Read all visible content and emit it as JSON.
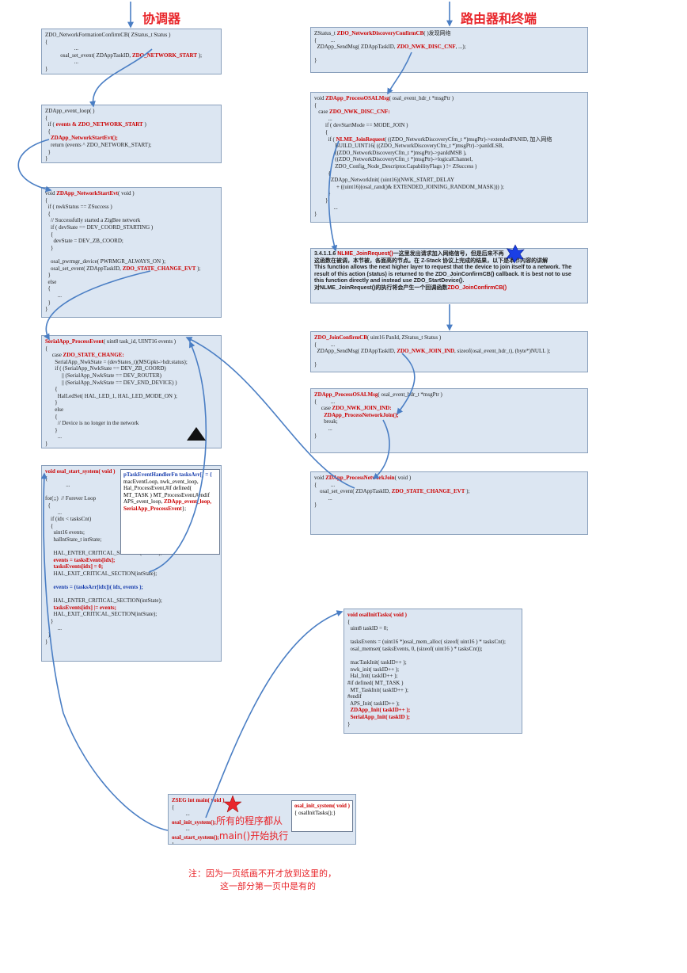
{
  "titles": {
    "coordinator": "协调器",
    "router": "路由器和终端"
  },
  "boxes": {
    "formation_cb": {
      "lines": [
        {
          "t": "ZDO_NetworkFormationConfirmCB( ZStatus_t Status )"
        },
        {
          "t": "{"
        },
        {
          "t": "                     ..."
        },
        {
          "t": "           osal_set_event( ZDAppTaskID, ",
          "r": "ZDO_NETWORK_START",
          "s": " );"
        },
        {
          "t": "                     ..."
        },
        {
          "t": "}"
        }
      ]
    },
    "event_loop": {
      "lines": [
        {
          "t": "ZDApp_event_loop( )"
        },
        {
          "t": "{"
        },
        {
          "t": "  if ( ",
          "r": "events & ZDO_NETWORK_START",
          "s": " )"
        },
        {
          "t": "  {"
        },
        {
          "r": "    ZDApp_NetworkStartEvt();"
        },
        {
          "t": "    return (events ^ ZDO_NETWORK_START);"
        },
        {
          "t": "  }"
        },
        {
          "t": "}"
        }
      ]
    },
    "network_start_evt": {
      "lines": [
        {
          "t": "void ",
          "r": "ZDApp_NetworkStartEvt",
          "s": "( void )"
        },
        {
          "t": "{"
        },
        {
          "t": "  if ( nwkStatus == ZSuccess )"
        },
        {
          "t": "  {"
        },
        {
          "t": "    // Successfully started a ZigBee network"
        },
        {
          "t": "    if ( devState == DEV_COORD_STARTING )"
        },
        {
          "t": "    {"
        },
        {
          "t": "      devState = DEV_ZB_COORD;"
        },
        {
          "t": "    }"
        },
        {
          "t": ""
        },
        {
          "t": "    osal_pwrmgr_device( PWRMGR_ALWAYS_ON );"
        },
        {
          "t": "    osal_set_event( ZDAppTaskID, ",
          "r": "ZDO_STATE_CHANGE_EVT",
          "s": " );"
        },
        {
          "t": "  }"
        },
        {
          "t": "  else"
        },
        {
          "t": "  {"
        },
        {
          "t": "         ..."
        },
        {
          "t": "  }"
        },
        {
          "t": "}"
        }
      ]
    },
    "serial_process_event": {
      "lines": [
        {
          "r": "SerialApp_ProcessEvent",
          "s": "( uint8 task_id, UINT16 events )"
        },
        {
          "t": "{"
        },
        {
          "t": "     case ",
          "r": "ZDO_STATE_CHANGE:"
        },
        {
          "t": "       SerialApp_NwkState = (devStates_t)(MSGpkt->hdr.status);"
        },
        {
          "t": "       if ( (SerialApp_NwkState == DEV_ZB_COORD)"
        },
        {
          "t": "            || (SerialApp_NwkState == DEV_ROUTER)"
        },
        {
          "t": "            || (SerialApp_NwkState == DEV_END_DEVICE) )"
        },
        {
          "t": "       {"
        },
        {
          "t": "         HalLedSet( HAL_LED_1, HAL_LED_MODE_ON );"
        },
        {
          "t": "       }"
        },
        {
          "t": "       else"
        },
        {
          "t": "       {"
        },
        {
          "t": "         // Device is no longer in the network"
        },
        {
          "t": "       }"
        },
        {
          "t": "         ..."
        },
        {
          "t": "}"
        }
      ]
    },
    "osal_start_system": {
      "lines": [
        {
          "r": "void osal_start_system( void )"
        },
        {
          "t": "{"
        },
        {
          "t": "               ..."
        },
        {
          "t": ""
        },
        {
          "t": "for(;;)  // Forever Loop"
        },
        {
          "t": "  {"
        },
        {
          "t": "         ..."
        },
        {
          "t": "    if (idx < tasksCnt)"
        },
        {
          "t": "    {"
        },
        {
          "t": "      uint16 events;"
        },
        {
          "t": "      halIntState_t intState;"
        },
        {
          "t": ""
        },
        {
          "t": "      HAL_ENTER_CRITICAL_SECTION(intState);"
        },
        {
          "r": "      events = tasksEvents[idx];"
        },
        {
          "r": "      tasksEvents[idx] = 0;"
        },
        {
          "t": "      HAL_EXIT_CRITICAL_SECTION(intState);"
        },
        {
          "t": ""
        },
        {
          "b": "      events = (tasksArr[idx])( idx, events );"
        },
        {
          "t": ""
        },
        {
          "t": "      HAL_ENTER_CRITICAL_SECTION(intState);"
        },
        {
          "r": "      tasksEvents[idx] |= events;"
        },
        {
          "t": "      HAL_EXIT_CRITICAL_SECTION(intState);"
        },
        {
          "t": "    }"
        },
        {
          "t": "         ..."
        },
        {
          "t": "  }"
        },
        {
          "t": "}"
        }
      ]
    },
    "tasks_arr": {
      "lines": [
        {
          "b": "pTaskEventHandlerFn tasksArr[] = {"
        },
        {
          "t": "  macEventLoop,"
        },
        {
          "t": "  nwk_event_loop,"
        },
        {
          "t": "  Hal_ProcessEvent,"
        },
        {
          "t": "#if defined( MT_TASK )"
        },
        {
          "t": "  MT_ProcessEvent,"
        },
        {
          "t": "#endif"
        },
        {
          "t": "  APS_event_loop,"
        },
        {
          "r": "  ZDApp_event_loop,"
        },
        {
          "r": "  SerialApp_ProcessEvent"
        },
        {
          "t": "};"
        }
      ]
    },
    "discovery_cb": {
      "lines": [
        {
          "t": "ZStatus_t ",
          "r": "ZDO_NetworkDiscoveryConfirmCB",
          "s": "( )发现网络"
        },
        {
          "t": "{          ..."
        },
        {
          "t": "  ZDApp_SendMsg( ZDAppTaskID, ",
          "r": "ZDO_NWK_DISC_CNF",
          "s": ", ...);"
        },
        {
          "t": ""
        },
        {
          "t": "}"
        }
      ]
    },
    "process_osal_msg1": {
      "lines": [
        {
          "t": "void ",
          "r": "ZDApp_ProcessOSALMsg",
          "s": "( osal_event_hdr_t *msgPtr )"
        },
        {
          "t": "{"
        },
        {
          "t": "   case ",
          "r": "ZDO_NWK_DISC_CNF:"
        },
        {
          "t": "          ..."
        },
        {
          "t": "        if ( devStartMode == MODE_JOIN )"
        },
        {
          "t": "        {"
        },
        {
          "t": "          if ( ",
          "r": "NLME_JoinRequest",
          "s": "( ((ZDO_NetworkDiscoveryCfm_t *)msgPtr)->extendedPANID, 加入网络"
        },
        {
          "t": "               BUILD_UINT16( ((ZDO_NetworkDiscoveryCfm_t *)msgPtr)->panIdLSB,"
        },
        {
          "t": "               ((ZDO_NetworkDiscoveryCfm_t *)msgPtr)->panIdMSB ),"
        },
        {
          "t": "               ((ZDO_NetworkDiscoveryCfm_t *)msgPtr)->logicalChannel,"
        },
        {
          "t": "               ZDO_Config_Node_Descriptor.CapabilityFlags ) != ZSuccess )"
        },
        {
          "t": "          {"
        },
        {
          "t": "            ZDApp_NetworkInit( (uint16)(NWK_START_DELAY"
        },
        {
          "t": "                + ((uint16)(osal_rand()& EXTENDED_JOINING_RANDOM_MASK))) );"
        },
        {
          "t": "          }"
        },
        {
          "t": "        }"
        },
        {
          "t": "              ..."
        },
        {
          "t": "}"
        }
      ]
    },
    "nlme_doc": {
      "lines": [
        {
          "t": "3.4.1.1.6 ",
          "r": "NLME_JoinRequest()",
          "s": "一这里发出请求加入网络信号，但是后来不再"
        },
        {
          "t": "这函数在被调，本节被，各面高的节点。在 Z-Stack 协议上完成的结果，以下是本节内容的讲解"
        },
        {
          "t": "This function allows the next higher layer to request that the device to join itself to a network. The"
        },
        {
          "t": "result of this action (status) is returned to the ZDO_JoinConfirmCB() callback. It is best not to use"
        },
        {
          "t": "this function directly and instead use ZDO_StartDevice()."
        },
        {
          "t": "对NLME_JoinRequest()的执行将会产生一个回调函数",
          "r": "ZDO_JoinConfirmCB()"
        }
      ]
    },
    "join_confirm_cb": {
      "lines": [
        {
          "r": "ZDO_JoinConfirmCB",
          "s": "( uint16 PanId, ZStatus_t Status )"
        },
        {
          "t": "{          ..."
        },
        {
          "t": "  ZDApp_SendMsg( ZDAppTaskID, ",
          "r": "ZDO_NWK_JOIN_IND",
          "s": ", sizeof(osal_event_hdr_t), (byte*)NULL );"
        },
        {
          "t": ""
        },
        {
          "t": "}"
        }
      ]
    },
    "process_osal_msg2": {
      "lines": [
        {
          "r": "ZDApp_ProcessOSALMsg",
          "s": "( osal_event_hdr_t *msgPtr )"
        },
        {
          "t": "{          ..."
        },
        {
          "t": "     case ",
          "r": "ZDO_NWK_JOIN_IND:"
        },
        {
          "r": "       ZDApp_ProcessNetworkJoin();"
        },
        {
          "t": "       break;"
        },
        {
          "t": "          ..."
        },
        {
          "t": "}"
        }
      ]
    },
    "process_network_join": {
      "lines": [
        {
          "t": "void ",
          "r": "ZDApp_ProcessNetworkJoin",
          "s": "( void )"
        },
        {
          "t": "{          ..."
        },
        {
          "t": "    osal_set_event( ZDAppTaskID, ",
          "r": "ZDO_STATE_CHANGE_EVT",
          "s": " );"
        },
        {
          "t": "          ..."
        },
        {
          "t": "}"
        }
      ]
    },
    "osal_init_tasks": {
      "lines": [
        {
          "r": "void osalInitTasks( void )"
        },
        {
          "t": "{"
        },
        {
          "t": "  uint8 taskID = 0;"
        },
        {
          "t": ""
        },
        {
          "t": "  tasksEvents = (uint16 *)osal_mem_alloc( sizeof( uint16 ) * tasksCnt);"
        },
        {
          "t": "  osal_memset( tasksEvents, 0, (sizeof( uint16 ) * tasksCnt));"
        },
        {
          "t": ""
        },
        {
          "t": "  macTaskInit( taskID++ );"
        },
        {
          "t": "  nwk_init( taskID++ );"
        },
        {
          "t": "  Hal_Init( taskID++ );"
        },
        {
          "t": "#if defined( MT_TASK )"
        },
        {
          "t": "  MT_TaskInit( taskID++ );"
        },
        {
          "t": "#endif"
        },
        {
          "t": "  APS_Init( taskID++ );"
        },
        {
          "r": "  ZDApp_Init( taskID++ );"
        },
        {
          "r": "  SerialApp_Init( taskID );"
        },
        {
          "t": "}"
        }
      ]
    },
    "main_box": {
      "lines": [
        {
          "r": "ZSEG int main( void )"
        },
        {
          "t": "{"
        },
        {
          "t": "          ..."
        },
        {
          "r": "osal_init_system();",
          "big": "所有的程序都从"
        },
        {
          "t": "          ..."
        },
        {
          "r": "osal_start_system();",
          "big": "main()开始执行"
        },
        {
          "t": "}"
        }
      ]
    },
    "osal_init_system": {
      "lines": [
        {
          "r": "osal_init_system( void )"
        },
        {
          "t": "{"
        },
        {
          "t": "             osalInitTasks();"
        },
        {
          "t": "}"
        }
      ]
    }
  },
  "note": {
    "line1": "注：因为一页纸画不开才放到这里的，",
    "line2": "这一部分第一页中是有的"
  },
  "colors": {
    "arrow": "#4a7ec4",
    "highlight": "#cc0000",
    "box_bg": "#dce6f2",
    "title": "#e8262b"
  }
}
